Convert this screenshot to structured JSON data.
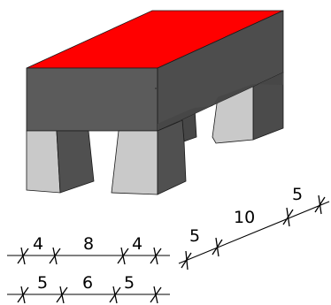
{
  "figure": {
    "colors": {
      "top": "#ff0000",
      "front": "#5b5b5b",
      "side": "#4a4a4a",
      "leg_light": "#c9c9c9",
      "leg_dark": "#4f4f4f",
      "edge": "#1a1a1a"
    },
    "dimensions": {
      "row1": [
        "4",
        "8",
        "4"
      ],
      "row2": [
        "5",
        "6",
        "5"
      ],
      "diagonal": [
        "5",
        "10",
        "5"
      ]
    }
  }
}
